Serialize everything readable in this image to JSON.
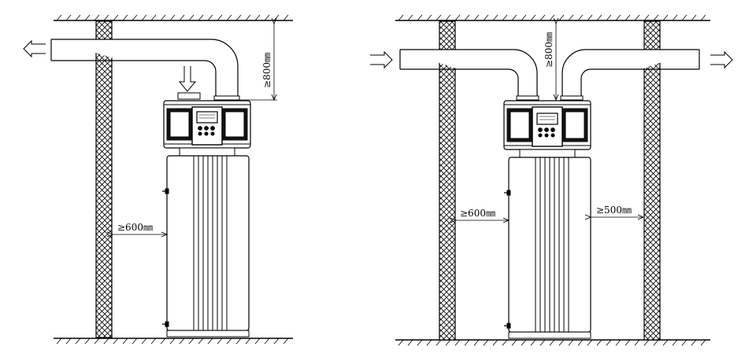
{
  "left_install": {
    "clearance_top": "≥800㎜",
    "clearance_side": "≥600㎜"
  },
  "right_install": {
    "clearance_top": "≥800㎜",
    "clearance_left": "≥600㎜",
    "clearance_right": "≥500㎜"
  }
}
